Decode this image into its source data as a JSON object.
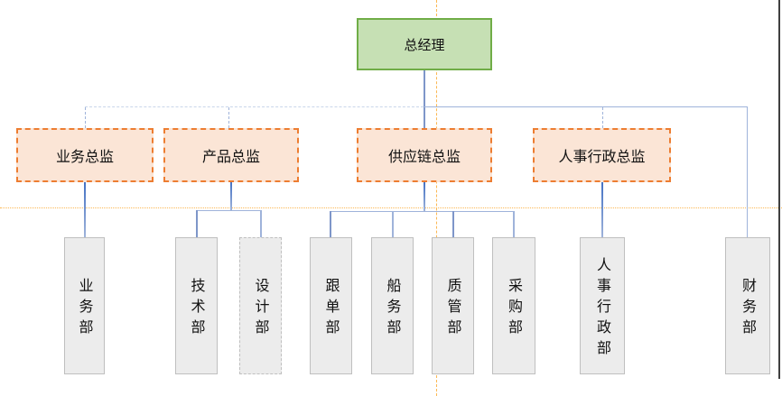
{
  "palette": {
    "root-fill": "#c6e0b4",
    "root-border": "#70ad47",
    "director-fill": "#fbe5d6",
    "director-border": "#ed7d31",
    "dept-fill": "#ececec",
    "dept-border": "#bfbfbf",
    "line-strong": "#4472c4",
    "line-mid": "#7e96c9",
    "line-soft": "#9fb3da",
    "line-faint": "#c9d6ea",
    "guide-orange": "#fcb853",
    "edge-dark": "#3f3f3f"
  },
  "org": {
    "root": {
      "label": "总经理"
    },
    "directors": [
      {
        "label": "业务总监"
      },
      {
        "label": "产品总监"
      },
      {
        "label": "供应链总监"
      },
      {
        "label": "人事行政总监"
      }
    ],
    "departments": [
      {
        "label": "业务部"
      },
      {
        "label": "技术部"
      },
      {
        "label": "设计部"
      },
      {
        "label": "跟单部"
      },
      {
        "label": "船务部"
      },
      {
        "label": "质管部"
      },
      {
        "label": "采购部"
      },
      {
        "label": "人事行政部"
      },
      {
        "label": "财务部"
      }
    ]
  }
}
